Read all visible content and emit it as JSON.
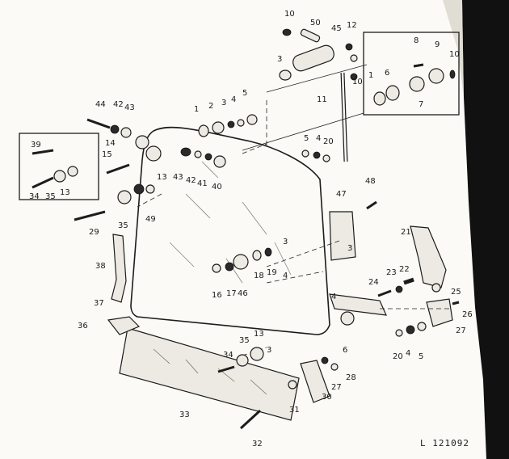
{
  "reference_code": "L 121092",
  "part_labels": [
    {
      "id": "p10a",
      "text": "10"
    },
    {
      "id": "p50",
      "text": "50"
    },
    {
      "id": "p45",
      "text": "45"
    },
    {
      "id": "p12",
      "text": "12"
    },
    {
      "id": "p8",
      "text": "8"
    },
    {
      "id": "p9",
      "text": "9"
    },
    {
      "id": "p10b",
      "text": "10"
    },
    {
      "id": "p1a",
      "text": "1"
    },
    {
      "id": "p6a",
      "text": "6"
    },
    {
      "id": "p7a",
      "text": "7"
    },
    {
      "id": "p10c",
      "text": "10"
    },
    {
      "id": "p3a",
      "text": "3"
    },
    {
      "id": "p11",
      "text": "11"
    },
    {
      "id": "p44",
      "text": "44"
    },
    {
      "id": "p42a",
      "text": "42"
    },
    {
      "id": "p43a",
      "text": "43"
    },
    {
      "id": "p1b",
      "text": "1"
    },
    {
      "id": "p2",
      "text": "2"
    },
    {
      "id": "p3b",
      "text": "3"
    },
    {
      "id": "p4a",
      "text": "4"
    },
    {
      "id": "p5a",
      "text": "5"
    },
    {
      "id": "p5b",
      "text": "5"
    },
    {
      "id": "p4b",
      "text": "4"
    },
    {
      "id": "p20a",
      "text": "20"
    },
    {
      "id": "p39",
      "text": "39"
    },
    {
      "id": "p14",
      "text": "14"
    },
    {
      "id": "p15",
      "text": "15"
    },
    {
      "id": "p13a",
      "text": "13"
    },
    {
      "id": "p43b",
      "text": "43"
    },
    {
      "id": "p42b",
      "text": "42"
    },
    {
      "id": "p41",
      "text": "41"
    },
    {
      "id": "p40",
      "text": "40"
    },
    {
      "id": "p34a",
      "text": "34"
    },
    {
      "id": "p35a",
      "text": "35"
    },
    {
      "id": "p13b",
      "text": "13"
    },
    {
      "id": "p48",
      "text": "48"
    },
    {
      "id": "p47",
      "text": "47"
    },
    {
      "id": "p49",
      "text": "49"
    },
    {
      "id": "p29",
      "text": "29"
    },
    {
      "id": "p35b",
      "text": "35"
    },
    {
      "id": "p38",
      "text": "38"
    },
    {
      "id": "p21",
      "text": "21"
    },
    {
      "id": "p16",
      "text": "16"
    },
    {
      "id": "p17",
      "text": "17"
    },
    {
      "id": "p46",
      "text": "46"
    },
    {
      "id": "p18",
      "text": "18"
    },
    {
      "id": "p19",
      "text": "19"
    },
    {
      "id": "p23",
      "text": "23"
    },
    {
      "id": "p22",
      "text": "22"
    },
    {
      "id": "p24",
      "text": "24"
    },
    {
      "id": "p25",
      "text": "25"
    },
    {
      "id": "p37",
      "text": "37"
    },
    {
      "id": "p36",
      "text": "36"
    },
    {
      "id": "p26",
      "text": "26"
    },
    {
      "id": "p27",
      "text": "27"
    },
    {
      "id": "p6b",
      "text": "6"
    },
    {
      "id": "p20b",
      "text": "20"
    },
    {
      "id": "p4c",
      "text": "4"
    },
    {
      "id": "p5c",
      "text": "5"
    },
    {
      "id": "p35c",
      "text": "35"
    },
    {
      "id": "p13c",
      "text": "13"
    },
    {
      "id": "p34b",
      "text": "34"
    },
    {
      "id": "p28",
      "text": "28"
    },
    {
      "id": "p27b",
      "text": "27"
    },
    {
      "id": "p30",
      "text": "30"
    },
    {
      "id": "p31",
      "text": "31"
    },
    {
      "id": "p33",
      "text": "33"
    },
    {
      "id": "p32",
      "text": "32"
    },
    {
      "id": "c3a",
      "text": "3"
    },
    {
      "id": "c4a",
      "text": "4"
    },
    {
      "id": "c3b",
      "text": "3"
    },
    {
      "id": "c4b",
      "text": "4"
    },
    {
      "id": "c3c",
      "text": "3"
    }
  ]
}
